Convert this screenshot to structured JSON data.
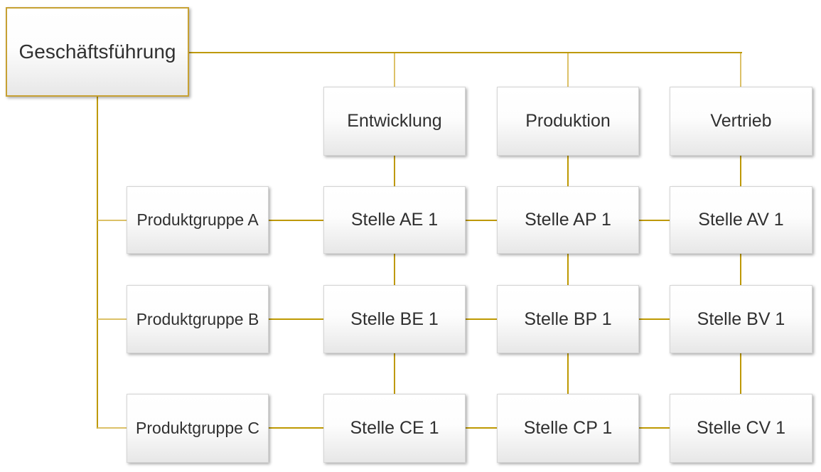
{
  "org": {
    "root": {
      "label": "Geschäftsführung"
    },
    "functions": [
      {
        "label": "Entwicklung"
      },
      {
        "label": "Produktion"
      },
      {
        "label": "Vertrieb"
      }
    ],
    "product_groups": [
      {
        "label": "Produktgruppe A"
      },
      {
        "label": "Produktgruppe B"
      },
      {
        "label": "Produktgruppe C"
      }
    ],
    "matrix_cells": [
      [
        "Stelle AE 1",
        "Stelle AP 1",
        "Stelle AV 1"
      ],
      [
        "Stelle BE 1",
        "Stelle BP 1",
        "Stelle BV 1"
      ],
      [
        "Stelle CE 1",
        "Stelle CP 1",
        "Stelle CV 1"
      ]
    ],
    "colors": {
      "connector": "#BE9902",
      "connector_light": "#DCC168",
      "root_border": "#C7A133",
      "box_border": "#D5D5D5",
      "text": "#303030"
    }
  }
}
